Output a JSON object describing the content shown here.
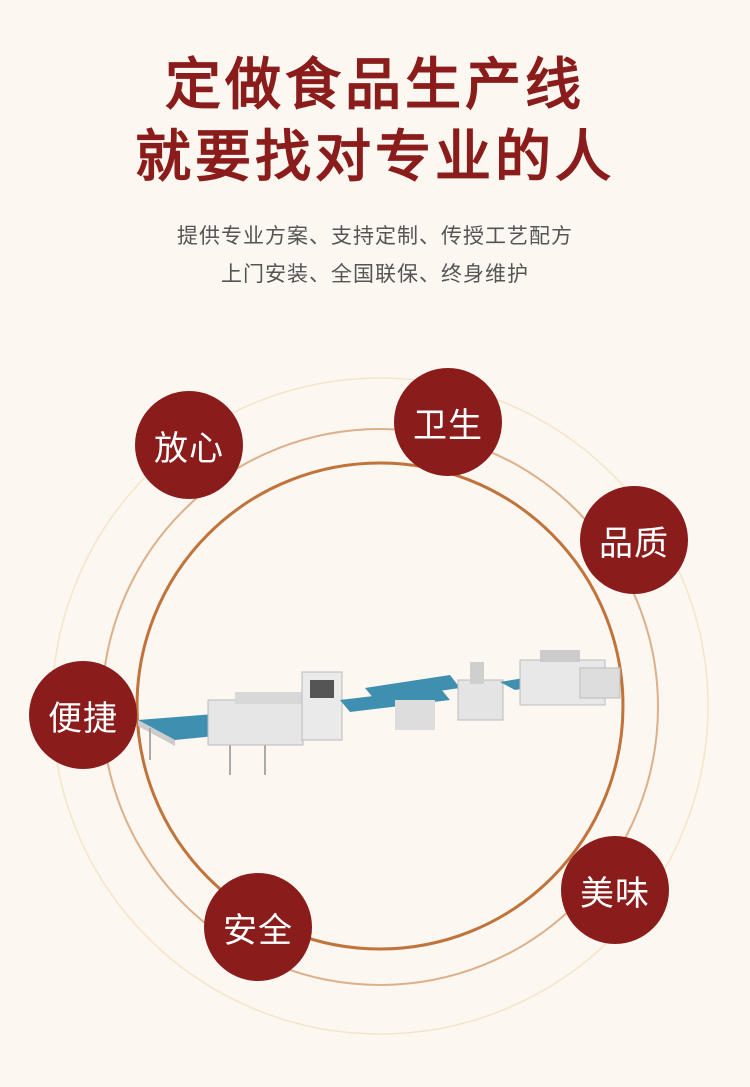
{
  "headline": {
    "line1": "定做食品生产线",
    "line2": "就要找对专业的人"
  },
  "subtitle": {
    "line1": "提供专业方案、支持定制、传授工艺配方",
    "line2": "上门安装、全国联保、终身维护"
  },
  "badges": [
    "放心",
    "卫生",
    "品质",
    "便捷",
    "安全",
    "美味"
  ],
  "colors": {
    "accent": "#8b1c1c",
    "background": "#fcf7f0",
    "ring": "#c8793c"
  }
}
